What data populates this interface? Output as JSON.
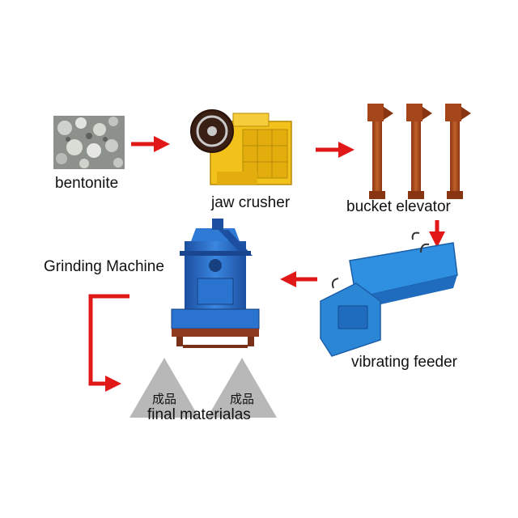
{
  "labels": {
    "bentonite": "bentonite",
    "jaw_crusher": "jaw crusher",
    "bucket_elevator": "bucket elevator",
    "vibrating_feeder": "vibrating feeder",
    "grinding_machine": "Grinding Machine",
    "final_materials": "final materialas",
    "pile_1": "成品",
    "pile_2": "成品"
  },
  "colors": {
    "arrow": "#e01818",
    "crusher_yellow": "#f2c21b",
    "elevator_rust": "#b3501e",
    "machine_blue": "#2468c8",
    "pile_gray": "#b8b8b8"
  },
  "icons": {
    "bentonite": "bentonite-rock-image",
    "jaw_crusher": "jaw-crusher-machine",
    "bucket_elevator": "bucket-elevator-machine",
    "vibrating_feeder": "vibrating-feeder-machine",
    "grinding_machine": "grinding-mill-machine",
    "pile": "material-pile-triangle"
  }
}
